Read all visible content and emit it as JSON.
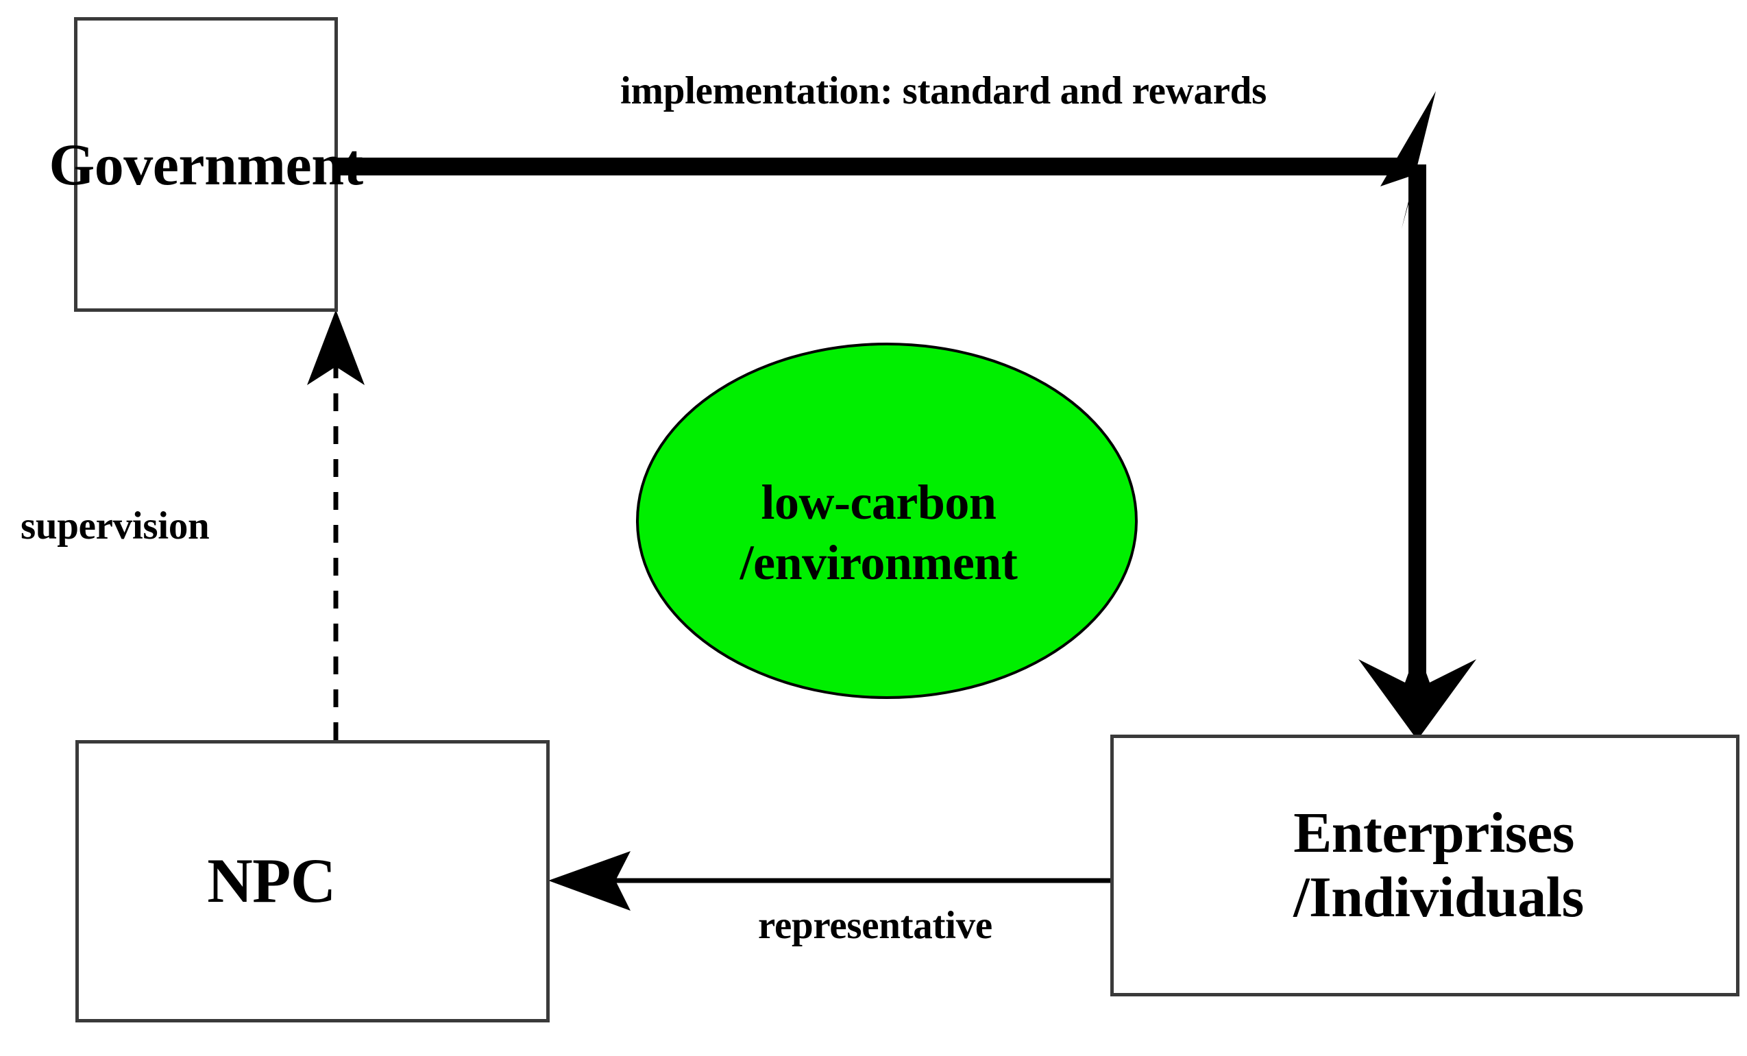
{
  "diagram": {
    "type": "flow-diagram",
    "background_color": "#ffffff",
    "nodes": [
      {
        "id": "government",
        "label": "Government",
        "shape": "rectangle",
        "fill": "#ffffff",
        "stroke": "#3a3a3a"
      },
      {
        "id": "npc",
        "label": "NPC",
        "shape": "rectangle",
        "fill": "#ffffff",
        "stroke": "#3a3a3a"
      },
      {
        "id": "enterprises",
        "label_line1": "Enterprises",
        "label_line2": "/Individuals",
        "shape": "rectangle",
        "fill": "#ffffff",
        "stroke": "#3a3a3a"
      },
      {
        "id": "lowcarbon",
        "label_line1": "low-carbon",
        "label_line2": "/environment",
        "shape": "ellipse",
        "fill": "#00ef00",
        "stroke": "#000000"
      }
    ],
    "edges": [
      {
        "id": "gov-to-enterprises",
        "label": "implementation: standard and rewards",
        "from": "government",
        "to": "enterprises",
        "style": "solid-thick",
        "arrowheads": "both-ends-barbed"
      },
      {
        "id": "enterprises-to-npc",
        "label": "representative",
        "from": "enterprises",
        "to": "npc",
        "style": "solid-thin",
        "arrowheads": "barbed-left"
      },
      {
        "id": "npc-to-government",
        "label": "supervision",
        "from": "npc",
        "to": "government",
        "style": "dashed-thin",
        "arrowheads": "barbed-up"
      }
    ]
  },
  "colors": {
    "ellipse_green": "#00ef00",
    "box_border": "#3a3a3a",
    "line_black": "#000000"
  }
}
